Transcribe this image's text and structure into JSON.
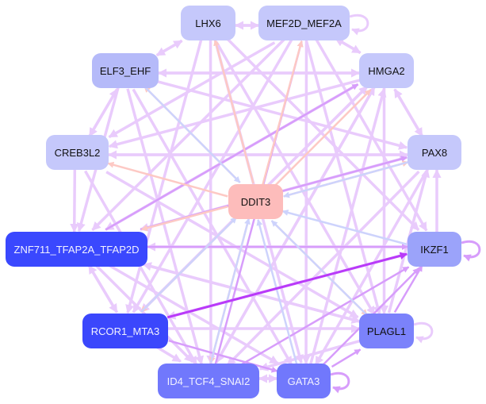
{
  "nodes": [
    {
      "id": "LHX6",
      "label": "LHX6",
      "color": "#c5c8fb",
      "dark": false
    },
    {
      "id": "MEF2D",
      "label": "MEF2D_MEF2A",
      "color": "#c5c8fb",
      "dark": false
    },
    {
      "id": "ELF3",
      "label": "ELF3_EHF",
      "color": "#b5baf9",
      "dark": false
    },
    {
      "id": "HMGA2",
      "label": "HMGA2",
      "color": "#c5c8fb",
      "dark": false
    },
    {
      "id": "CREB3L2",
      "label": "CREB3L2",
      "color": "#c5c8fb",
      "dark": false
    },
    {
      "id": "PAX8",
      "label": "PAX8",
      "color": "#c5c8fb",
      "dark": false
    },
    {
      "id": "DDIT3",
      "label": "DDIT3",
      "color": "#fdbcbb",
      "dark": false
    },
    {
      "id": "ZNF711",
      "label": "ZNF711_TFAP2A_TFAP2D",
      "color": "#3a48fe",
      "dark": true
    },
    {
      "id": "IKZF1",
      "label": "IKZF1",
      "color": "#9ba3fa",
      "dark": false
    },
    {
      "id": "RCOR1",
      "label": "RCOR1_MTA3",
      "color": "#3b47fc",
      "dark": true
    },
    {
      "id": "PLAGL1",
      "label": "PLAGL1",
      "color": "#7b82fb",
      "dark": false
    },
    {
      "id": "ID4",
      "label": "ID4_TCF4_SNAI2",
      "color": "#7178fc",
      "dark": true
    },
    {
      "id": "GATA3",
      "label": "GATA3",
      "color": "#7178fc",
      "dark": true
    }
  ],
  "edge_colors": {
    "light": "#e9cbfc",
    "mid": "#d79dfb",
    "strong": "#b93af9",
    "peach": "#fdc9c4",
    "blue": "#cdd3fc"
  },
  "edges": [
    [
      "DDIT3",
      "LHX6",
      "peach"
    ],
    [
      "DDIT3",
      "MEF2D",
      "peach"
    ],
    [
      "DDIT3",
      "HMGA2",
      "peach"
    ],
    [
      "DDIT3",
      "CREB3L2",
      "peach"
    ],
    [
      "DDIT3",
      "PAX8",
      "peach"
    ],
    [
      "DDIT3",
      "ZNF711",
      "peach"
    ],
    [
      "DDIT3",
      "RCOR1",
      "peach"
    ],
    [
      "DDIT3",
      "ID4",
      "peach"
    ],
    [
      "DDIT3",
      "PLAGL1",
      "peach"
    ],
    [
      "DDIT3",
      "ELF3",
      "peach"
    ],
    [
      "ELF3",
      "DDIT3",
      "blue"
    ],
    [
      "PAX8",
      "DDIT3",
      "blue"
    ],
    [
      "IKZF1",
      "DDIT3",
      "blue"
    ],
    [
      "GATA3",
      "DDIT3",
      "blue"
    ],
    [
      "RCOR1",
      "DDIT3",
      "blue"
    ],
    [
      "ID4",
      "DDIT3",
      "blue"
    ],
    [
      "PLAGL1",
      "DDIT3",
      "blue"
    ],
    [
      "RCOR1",
      "IKZF1",
      "strong"
    ],
    [
      "ZNF711",
      "IKZF1",
      "mid"
    ],
    [
      "PLAGL1",
      "IKZF1",
      "mid"
    ],
    [
      "GATA3",
      "IKZF1",
      "mid"
    ],
    [
      "ID4",
      "IKZF1",
      "mid"
    ],
    [
      "RCOR1",
      "GATA3",
      "mid"
    ],
    [
      "GATA3",
      "PLAGL1",
      "mid"
    ],
    [
      "ZNF711",
      "PAX8",
      "mid"
    ],
    [
      "ZNF711",
      "HMGA2",
      "mid"
    ],
    [
      "ID4",
      "MEF2D",
      "mid"
    ],
    [
      "LHX6",
      "MEF2D",
      "light"
    ],
    [
      "MEF2D",
      "LHX6",
      "light"
    ],
    [
      "ELF3",
      "LHX6",
      "light"
    ],
    [
      "LHX6",
      "ELF3",
      "light"
    ],
    [
      "MEF2D",
      "HMGA2",
      "light"
    ],
    [
      "HMGA2",
      "MEF2D",
      "light"
    ],
    [
      "ELF3",
      "HMGA2",
      "light"
    ],
    [
      "HMGA2",
      "ELF3",
      "light"
    ],
    [
      "ELF3",
      "CREB3L2",
      "light"
    ],
    [
      "CREB3L2",
      "ELF3",
      "light"
    ],
    [
      "CREB3L2",
      "PAX8",
      "light"
    ],
    [
      "PAX8",
      "CREB3L2",
      "light"
    ],
    [
      "HMGA2",
      "PAX8",
      "light"
    ],
    [
      "PAX8",
      "HMGA2",
      "light"
    ],
    [
      "CREB3L2",
      "ZNF711",
      "light"
    ],
    [
      "ZNF711",
      "RCOR1",
      "light"
    ],
    [
      "RCOR1",
      "ZNF711",
      "light"
    ],
    [
      "IKZF1",
      "PAX8",
      "light"
    ],
    [
      "PLAGL1",
      "PAX8",
      "light"
    ],
    [
      "RCOR1",
      "ID4",
      "light"
    ],
    [
      "ID4",
      "GATA3",
      "light"
    ],
    [
      "GATA3",
      "ID4",
      "light"
    ],
    [
      "RCOR1",
      "PLAGL1",
      "light"
    ],
    [
      "ZNF711",
      "PLAGL1",
      "light"
    ],
    [
      "LHX6",
      "PLAGL1",
      "light"
    ],
    [
      "LHX6",
      "IKZF1",
      "light"
    ],
    [
      "LHX6",
      "GATA3",
      "light"
    ],
    [
      "LHX6",
      "RCOR1",
      "light"
    ],
    [
      "LHX6",
      "ID4",
      "light"
    ],
    [
      "MEF2D",
      "ZNF711",
      "light"
    ],
    [
      "MEF2D",
      "RCOR1",
      "light"
    ],
    [
      "MEF2D",
      "GATA3",
      "light"
    ],
    [
      "MEF2D",
      "PLAGL1",
      "light"
    ],
    [
      "MEF2D",
      "CREB3L2",
      "light"
    ],
    [
      "MEF2D",
      "IKZF1",
      "light"
    ],
    [
      "ELF3",
      "ID4",
      "light"
    ],
    [
      "ELF3",
      "GATA3",
      "light"
    ],
    [
      "ELF3",
      "PAX8",
      "light"
    ],
    [
      "ELF3",
      "ZNF711",
      "light"
    ],
    [
      "HMGA2",
      "ZNF711",
      "light"
    ],
    [
      "HMGA2",
      "RCOR1",
      "light"
    ],
    [
      "HMGA2",
      "ID4",
      "light"
    ],
    [
      "HMGA2",
      "PLAGL1",
      "light"
    ],
    [
      "HMGA2",
      "CREB3L2",
      "light"
    ],
    [
      "PAX8",
      "ID4",
      "light"
    ],
    [
      "PAX8",
      "GATA3",
      "light"
    ],
    [
      "PAX8",
      "ZNF711",
      "light"
    ],
    [
      "CREB3L2",
      "PLAGL1",
      "light"
    ],
    [
      "CREB3L2",
      "ID4",
      "light"
    ],
    [
      "IKZF1",
      "ZNF711",
      "light"
    ],
    [
      "PLAGL1",
      "ZNF711",
      "light"
    ],
    [
      "ZNF711",
      "GATA3",
      "light"
    ],
    [
      "ZNF711",
      "ID4",
      "light"
    ],
    [
      "GATA3",
      "HMGA2",
      "light"
    ],
    [
      "ID4",
      "HMGA2",
      "light"
    ],
    [
      "RCOR1",
      "HMGA2",
      "light"
    ],
    [
      "IKZF1",
      "RCOR1",
      "light"
    ],
    [
      "PLAGL1",
      "ID4",
      "light"
    ]
  ],
  "self_loops": [
    [
      "MEF2D",
      "light"
    ],
    [
      "IKZF1",
      "mid"
    ],
    [
      "PLAGL1",
      "light"
    ],
    [
      "GATA3",
      "mid"
    ]
  ]
}
